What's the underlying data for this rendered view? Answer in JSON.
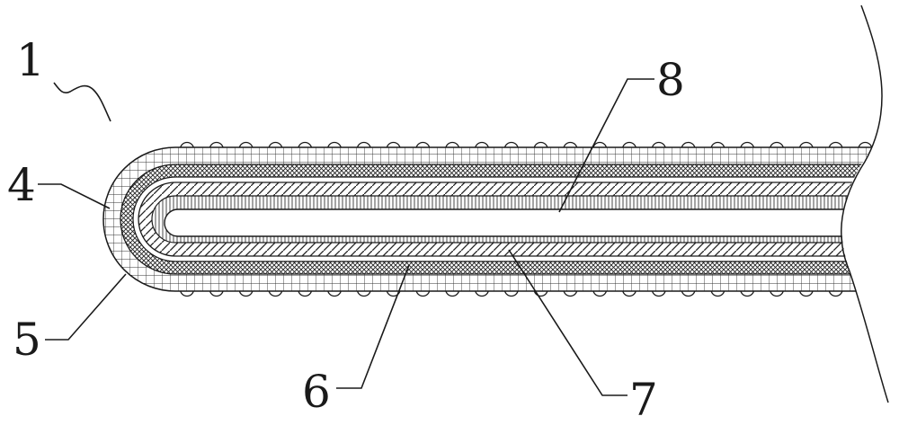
{
  "figure": {
    "labels": {
      "l1": "1",
      "l4": "4",
      "l5": "5",
      "l6": "6",
      "l7": "7",
      "l8": "8"
    }
  }
}
